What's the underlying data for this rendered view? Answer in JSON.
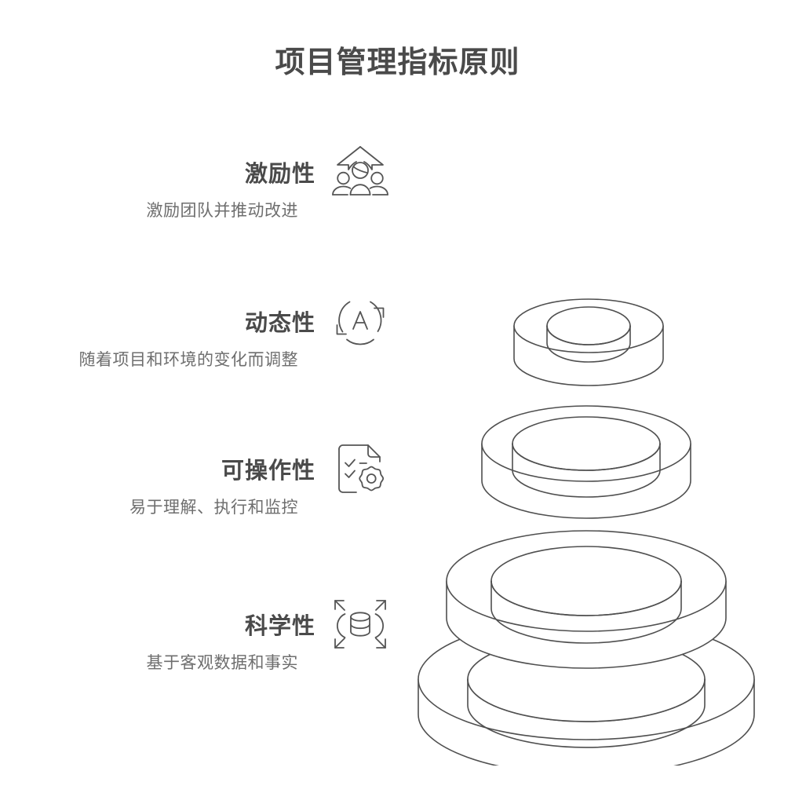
{
  "title": "项目管理指标原则",
  "colors": {
    "heading": "#4a4a4a",
    "body": "#6e6e6e",
    "line": "#4f4f4f",
    "background": "#ffffff"
  },
  "items": [
    {
      "heading": "激励性",
      "description": "激励团队并推动改进",
      "icon": "team-growth-arrow-icon"
    },
    {
      "heading": "动态性",
      "description": "随着项目和环境的变化而调整",
      "icon": "refresh-cycle-a-icon"
    },
    {
      "heading": "可操作性",
      "description": "易于理解、执行和监控",
      "icon": "checklist-gear-icon"
    },
    {
      "heading": "科学性",
      "description": "基于客观数据和事实",
      "icon": "database-expand-icon"
    }
  ],
  "diagram": {
    "name": "stacked-rings-pyramid",
    "layers": 4,
    "description": "四层同心圆环堆叠金字塔"
  }
}
